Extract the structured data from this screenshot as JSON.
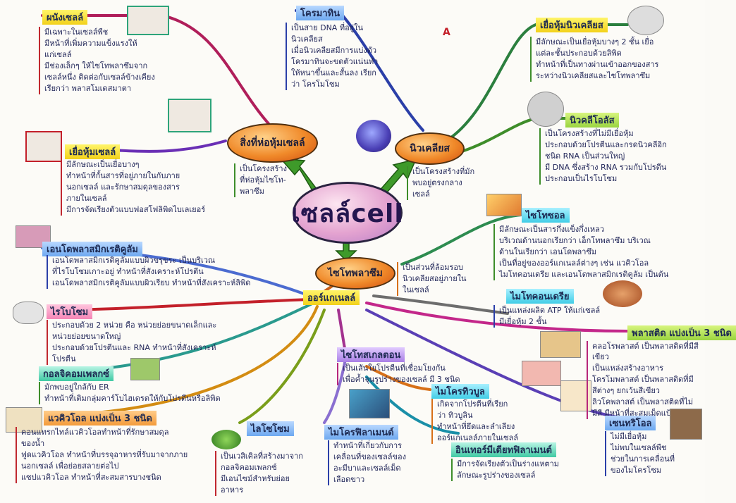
{
  "center": {
    "title": "เซลล์cell"
  },
  "main_nodes": {
    "cell_membrane": "สิ่งที่ห่อหุ้มเซลล์",
    "nucleus": "นิวเคลียส",
    "cytoplasm": "ไซโทพลาซึม"
  },
  "main_notes": {
    "cell_membrane": [
      "เป็นโครงสร้าง",
      "ที่ห่อหุ้มไซโท-",
      "พลาซึม"
    ],
    "nucleus": [
      "เป็นโครงสร้างที่มัก",
      "พบอยู่ตรงกลาง",
      "เซลล์"
    ],
    "cytoplasm": [
      "เป็นส่วนที่ล้อมรอบ",
      "นิวเคลียสอยู่ภายใน",
      "ในเซลล์"
    ]
  },
  "organelles_label": "ออร์แกเนลล์",
  "topics": {
    "cell_wall": {
      "title": "ผนังเซลล์",
      "lines": [
        "มีเฉพาะในเซลล์พืช",
        "มีหน้าที่เพิ่มความแข็งแรงให้",
        "แก่เซลล์",
        "มีช่องเล็กๆ ให้ไซโทพลาซึมจาก",
        "เซลล์หนึ่ง ติดต่อกับเซลล์ข้างเคียง",
        "เรียกว่า พลาสโมเดสมาตา"
      ]
    },
    "membrane": {
      "title": "เยื่อหุ้มเซลล์",
      "lines": [
        "มีลักษณะเป็นเยื่อบางๆ",
        "ทำหน้าที่กั้นสารที่อยู่ภายในกับภาย",
        "นอกเซลล์ และรักษาสมดุลของสาร",
        "ภายในเซลล์",
        "มีการจัดเรียงตัวแบบฟอสโฟลิพิดไบเลเยอร์"
      ]
    },
    "chromatin": {
      "title": "โครมาทิน",
      "lines": [
        "เป็นสาย DNA ที่อยู่ใน",
        "นิวเคลียส",
        "เมื่อนิวเคลียสมีการแบ่งตัว",
        "โครมาทินจะขดตัวแน่นทำ",
        "ให้หนาขึ้นและสั้นลง เรียก",
        "ว่า โครโมโซม"
      ]
    },
    "nuclear_envelope": {
      "title": "เยื่อหุ้มนิวเคลียส",
      "lines": [
        "มีลักษณะเป็นเยื่อหุ้มบางๆ 2 ชั้น เยื่อ",
        "แต่ละชั้นประกอบด้วยลิพิด",
        "ทำหน้าที่เป็นทางผ่านเข้าออกของสาร",
        "ระหว่างนิวเคลียสและไซโทพลาซึม"
      ]
    },
    "nucleolus": {
      "title": "นิวคลีโอลัส",
      "lines": [
        "เป็นโครงสร้างที่ไม่มีเยื่อหุ้ม",
        "ประกอบด้วยโปรตีนและกรดนิวคลีอิก",
        "ชนิด RNA เป็นส่วนใหญ่",
        "มี DNA ซึ่งสร้าง RNA รวมกับโปรตีน",
        "ประกอบเป็นไรโบโซม"
      ]
    },
    "cytosol": {
      "title": "ไซโทซอล",
      "lines": [
        "มีลักษณะเป็นสารกึ่งแข็งกึ่งเหลว",
        "บริเวณด้านนอกเรียกว่า เอ็กโทพลาซึม บริเวณ",
        "ด้านในเรียกว่า เอนโดพลาซึม",
        "เป็นที่อยู่ของออร์แกเนลล์ต่างๆ เช่น แวคิวโอล",
        "ไมโทคอนเดรีย และเอนโดพลาสมิกเรติคูลัม เป็นต้น"
      ]
    },
    "er": {
      "title": "เอนโดพลาสมิกเรติคูลัม",
      "lines": [
        "เอนโดพลาสมิกเรติคูลัมแบบผิวขรุขระ เป็นบริเวณ",
        "ที่ไรโบโซมเกาะอยู่ ทำหน้าที่สังเคราะห์โปรตีน",
        "เอนโดพลาสมิกเรติคูลัมแบบผิวเรียบ ทำหน้าที่สังเคราะห์ลิพิด"
      ]
    },
    "ribosome": {
      "title": "ไรโบโซม",
      "lines": [
        "ประกอบด้วย 2 หน่วย คือ หน่วยย่อยขนาดเล็กและ",
        "หน่วยย่อยขนาดใหญ่",
        "ประกอบด้วยโปรตีนและ RNA ทำหน้าที่สังเคราะห์",
        "โปรตีน"
      ]
    },
    "golgi": {
      "title": "กอลจิคอมเพลกซ์",
      "lines": [
        "มักพบอยู่ใกล้กับ ER",
        "ทำหน้าที่เติมกลุ่มคาร์โบไฮเดรตให้กับโปรตีนหรือลิพิด"
      ]
    },
    "vacuole": {
      "title": "แวคิวโอล แบ่งเป็น 3 ชนิด",
      "lines": [
        "คอนแทรกไทล์แวคิวโอลทำหน้าที่รักษาสมดุล",
        "ของน้ำ",
        "ฟูดแวคิวโอล ทำหน้าที่บรรจุอาหารที่รับมาจากภาย",
        "นอกเซลล์ เพื่อย่อยสลายต่อไป",
        "แซปแวคิวโอล ทำหน้าที่สะสมสารบางชนิด"
      ]
    },
    "lysosome": {
      "title": "ไลโซโซม",
      "lines": [
        "เป็นเวสิเคิลที่สร้างมาจาก",
        "กอลจิคอมเพลกซ์",
        "มีเอนไซม์สำหรับย่อย",
        "อาหาร"
      ]
    },
    "cytoskeleton": {
      "title": "ไซโทสเกลตอน",
      "lines": [
        "เป็นเส้นใยโปรตีนที่เชื่อมโยงกัน",
        "เพื่อค้ำจุนรูปร่างของเซลล์ มี 3 ชนิด"
      ]
    },
    "microfilament": {
      "title": "ไมโครฟิลาเมนต์",
      "lines": [
        "ทำหน้าที่เกี่ยวกับการ",
        "เคลื่อนที่ของเซลล์ของ",
        "อะมีบาและเซลล์เม็ด",
        "เลือดขาว"
      ]
    },
    "microtubule": {
      "title": "ไมโครทิวบูล",
      "lines": [
        "เกิดจากโปรตีนที่เรียก",
        "ว่า ทิวบูลิน",
        "ทำหน้าที่ยึดและลำเลียง",
        "ออร์แกเนลล์ภายในเซลล์"
      ]
    },
    "intermediate": {
      "title": "อินเทอร์มีเดียทฟิลาเมนต์",
      "lines": [
        "มีการจัดเรียงตัวเป็นร่างแหตาม",
        "ลักษณะรูปร่างของเซลล์"
      ]
    },
    "mitochondria": {
      "title": "ไมโทคอนเดรีย",
      "lines": [
        "เป็นแหล่งผลิต ATP ให้แก่เซลล์",
        "มีเยื่อหุ้ม 2 ชั้น"
      ]
    },
    "plastid": {
      "title": "พลาสติด แบ่งเป็น 3 ชนิด",
      "lines": [
        "คลอโรพลาสต์ เป็นพลาสติดที่มีสีเขียว",
        "เป็นแหล่งสร้างอาหาร",
        "โครโมพลาสต์ เป็นพลาสติดที่มี",
        "สีต่างๆ ยกเว้นสีเขียว",
        "ลิวโคพลาสต์ เป็นพลาสติดที่ไม่",
        "มีสี มีหน้าที่สะสมเม็ดแป้ง"
      ]
    },
    "centriole": {
      "title": "เซนทริโอล",
      "lines": [
        "ไม่มีเยื่อหุ้ม",
        "ไม่พบในเซลล์พืช",
        "ช่วยในการเคลื่อนที่",
        "ของไมโครโซม"
      ]
    }
  },
  "signature": "A"
}
